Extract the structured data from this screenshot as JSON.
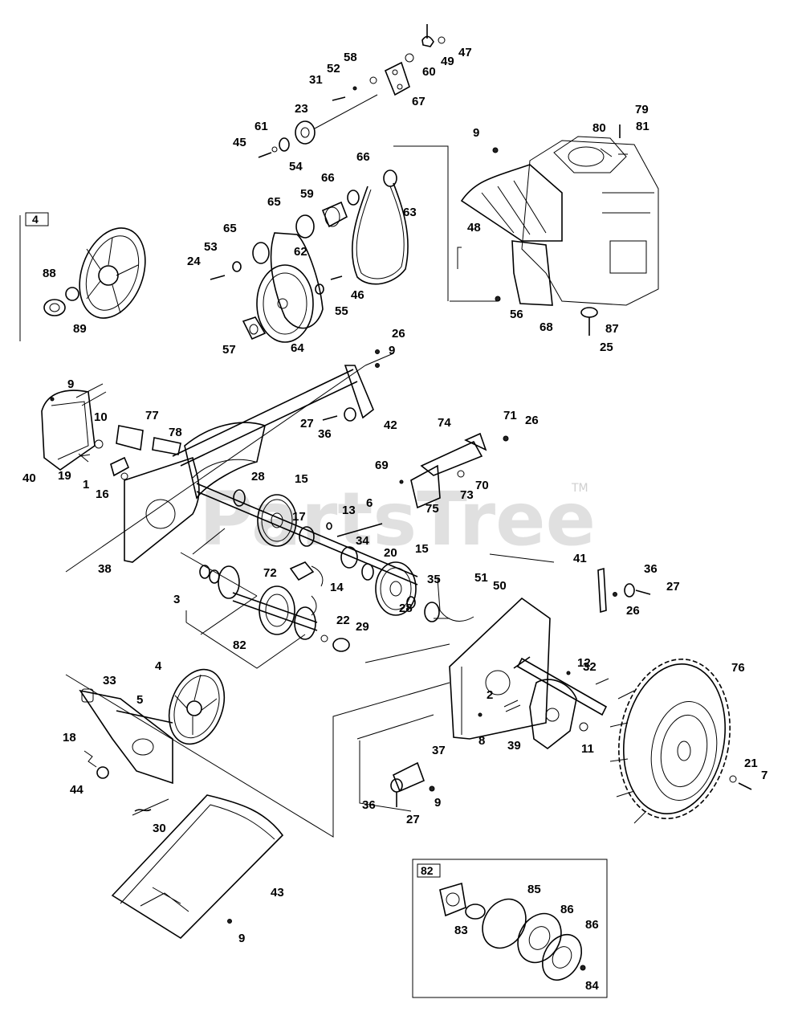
{
  "watermark": {
    "text": "PartsTree",
    "tm": "TM"
  },
  "inset_boxes": [
    {
      "id": "box-4",
      "label": "4"
    },
    {
      "id": "box-82",
      "label": "82"
    }
  ],
  "callouts": [
    "47",
    "49",
    "58",
    "60",
    "52",
    "31",
    "67",
    "23",
    "61",
    "45",
    "54",
    "66",
    "66",
    "59",
    "63",
    "65",
    "65",
    "53",
    "24",
    "62",
    "55",
    "46",
    "57",
    "64",
    "9",
    "80",
    "79",
    "81",
    "48",
    "56",
    "68",
    "87",
    "25",
    "88",
    "89",
    "26",
    "9",
    "9",
    "10",
    "77",
    "78",
    "27",
    "36",
    "42",
    "40",
    "19",
    "1",
    "16",
    "74",
    "71",
    "26",
    "69",
    "73",
    "70",
    "75",
    "28",
    "15",
    "17",
    "13",
    "6",
    "38",
    "34",
    "20",
    "15",
    "72",
    "14",
    "3",
    "35",
    "51",
    "50",
    "41",
    "36",
    "27",
    "26",
    "82",
    "22",
    "29",
    "28",
    "32",
    "12",
    "76",
    "4",
    "33",
    "5",
    "18",
    "44",
    "2",
    "8",
    "39",
    "11",
    "37",
    "36",
    "9",
    "27",
    "30",
    "21",
    "7",
    "43",
    "9",
    "85",
    "83",
    "86",
    "86",
    "84"
  ]
}
